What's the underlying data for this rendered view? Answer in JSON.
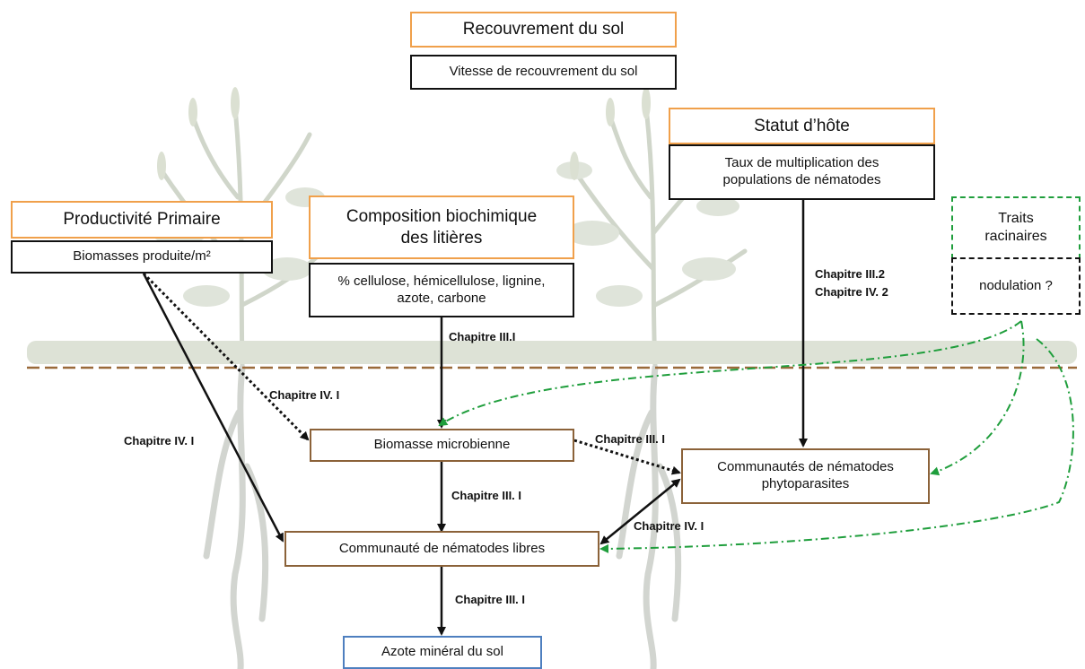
{
  "boxes": {
    "recouvrement": "Recouvrement  du sol",
    "vitesse": "Vitesse de recouvrement du sol",
    "statut": "Statut d’hôte",
    "taux": "Taux de multiplication des populations de nématodes",
    "productivite": "Productivité Primaire",
    "biomasses": "Biomasses produite/m²",
    "composition": "Composition biochimique des litières",
    "cellulose": "% cellulose, hémicellulose, lignine, azote, carbone",
    "traits": "Traits racinaires",
    "nodulation": "nodulation ?",
    "microbienne": "Biomasse microbienne",
    "phyto": "Communautés de nématodes phytoparasites",
    "libres": "Communauté de nématodes libres",
    "azote": "Azote minéral du sol"
  },
  "edge_labels": {
    "chap_iii_i_top": "Chapitre III.I",
    "chap_iv_i_dotted": "Chapitre IV. I",
    "chap_iv_i_left": "Chapitre IV. I",
    "chap_iii_2": "Chapitre III.2",
    "chap_iv_2": "Chapitre IV. 2",
    "chap_iii_i_dotted": "Chapitre III. I",
    "chap_iii_i_mid": "Chapitre III. I",
    "chap_iv_i_right": "Chapitre IV. I",
    "chap_iii_i_bottom": "Chapitre III. I"
  },
  "colors": {
    "orange_border": "#f0a04b",
    "brown_border": "#8b6239",
    "blue_border": "#4e7fbf",
    "green_link": "#1f9e3c",
    "soil_line": "#9a6a3a",
    "plant_silhouette": "#cdd3c7"
  }
}
